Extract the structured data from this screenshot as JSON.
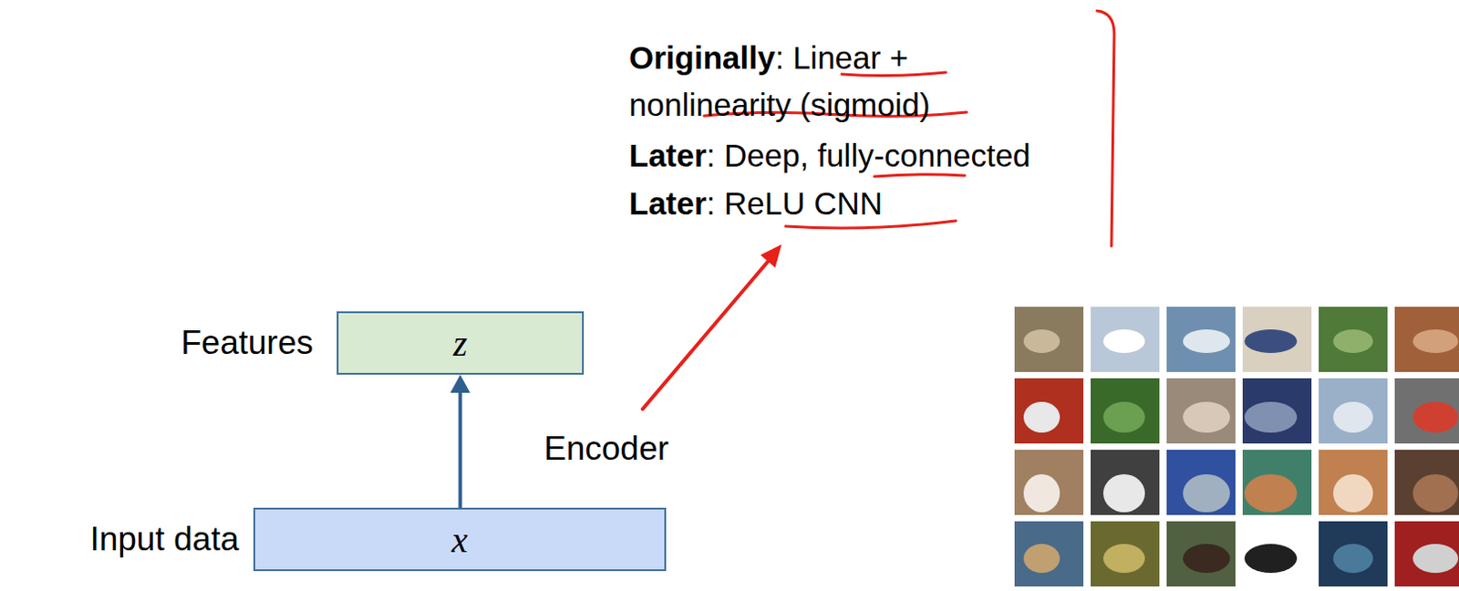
{
  "diagram": {
    "nodes": [
      {
        "text": [
          "Features",
          "z"
        ]
      },
      {
        "text": [
          "Input data",
          "x"
        ]
      }
    ],
    "edges": [
      {
        "from": 1,
        "to": 0,
        "arrow": "to"
      }
    ],
    "labels": [
      "Originally",
      ": Linear + nonlinearity (sigmoid)",
      "Later",
      ": Deep, fully-connected",
      "Later",
      ": ReLU CNN",
      "Encoder"
    ]
  }
}
